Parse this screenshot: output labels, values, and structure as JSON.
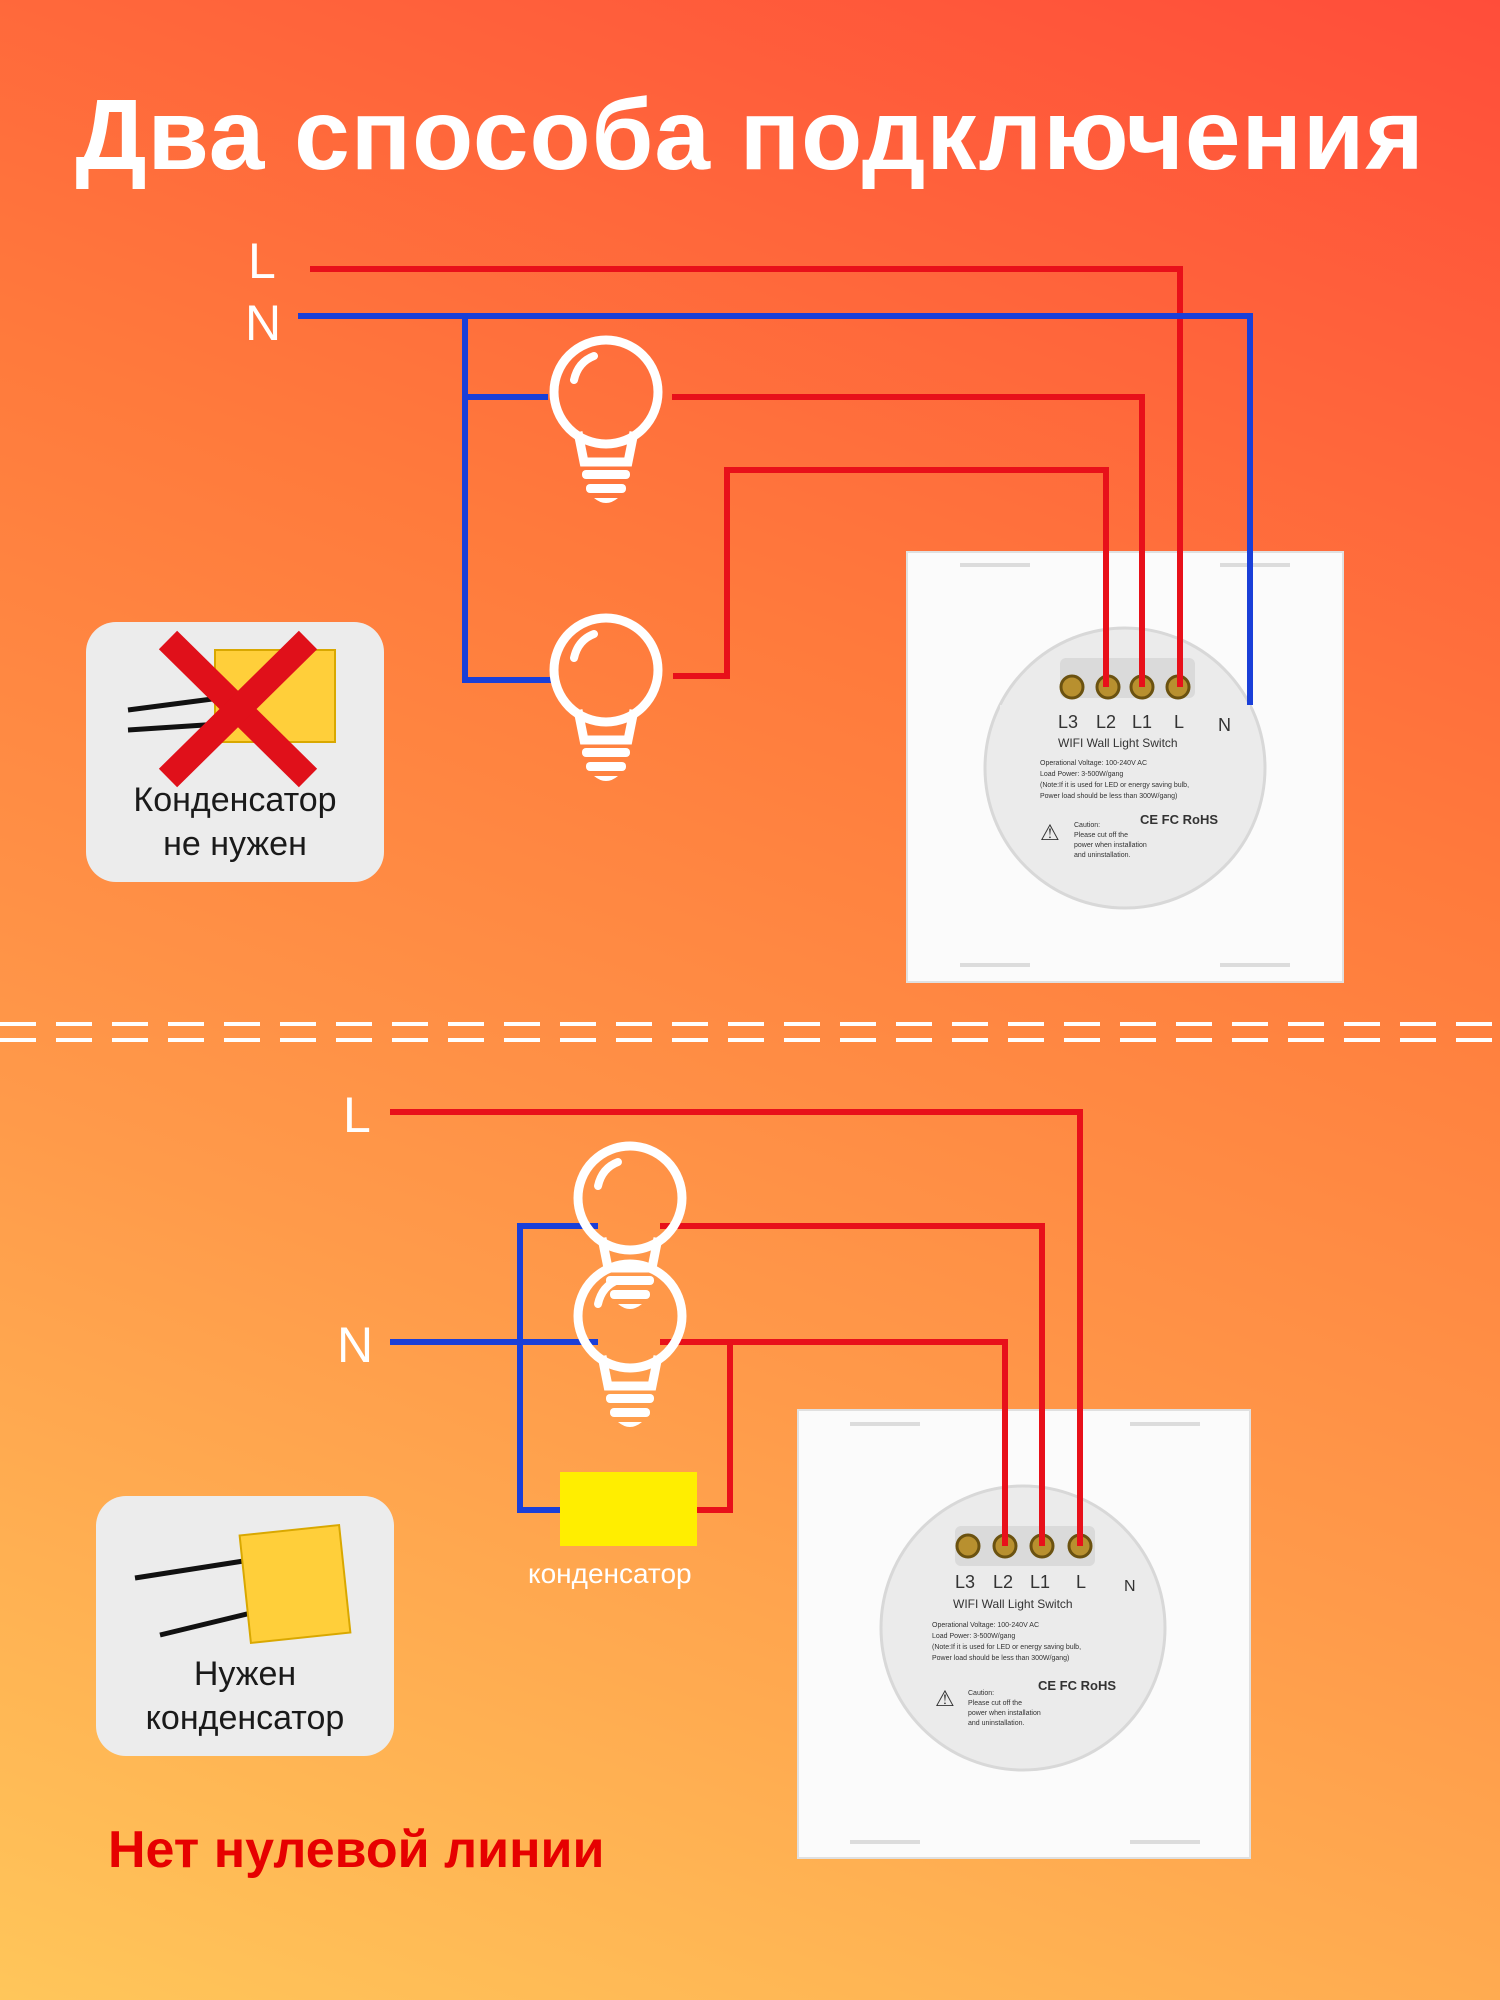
{
  "title": "Два способа подключения",
  "top": {
    "line_label": "L",
    "neutral_label": "N",
    "card_line1": "Конденсатор",
    "card_line2": "не нужен",
    "switch": {
      "terminals": [
        "L3",
        "L2",
        "L1",
        "L"
      ],
      "n_label": "N",
      "model": "WIFI Wall Light Switch",
      "spec1": "Operational Voltage: 100-240V AC",
      "spec2": "Load Power: 3-500W/gang",
      "spec3": "(Note:If it is used for LED or energy saving bulb,",
      "spec4": "Power load should be less than 300W/gang)",
      "certs": "CE FC RoHS",
      "caution1": "Caution:",
      "caution2": "Please cut off the",
      "caution3": "power when installation",
      "caution4": "and uninstallation."
    }
  },
  "bottom": {
    "line_label": "L",
    "neutral_label": "N",
    "capacitor_label": "конденсатор",
    "card_line1": "Нужен",
    "card_line2": "конденсатор",
    "warning": "Нет нулевой линии",
    "switch": {
      "terminals": [
        "L3",
        "L2",
        "L1",
        "L"
      ],
      "n_label": "N",
      "model": "WIFI Wall Light Switch",
      "spec1": "Operational Voltage: 100-240V AC",
      "spec2": "Load Power: 3-500W/gang",
      "spec3": "(Note:If it is used for LED or energy saving bulb,",
      "spec4": "Power load should be less than 300W/gang)",
      "certs": "CE FC RoHS",
      "caution1": "Caution:",
      "caution2": "Please cut off the",
      "caution3": "power when installation",
      "caution4": "and uninstallation."
    }
  },
  "colors": {
    "live_wire": "#e8101a",
    "neutral_wire": "#1a3fd8",
    "capacitor": "#ffee00",
    "cross": "#e0101a",
    "warning": "#e60000"
  }
}
